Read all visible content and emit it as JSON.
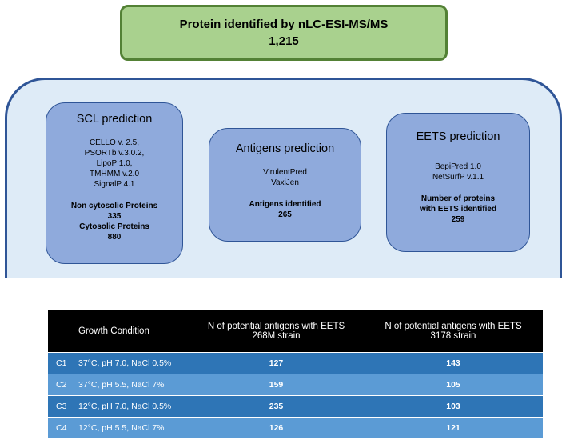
{
  "top": {
    "title": "Protein identified by nLC-ESI-MS/MS",
    "count": "1,215",
    "colors": {
      "fill": "#a9d18e",
      "border": "#538135"
    }
  },
  "panel": {
    "colors": {
      "fill": "#deebf7",
      "border": "#2f5597",
      "card": "#8faadc"
    },
    "scl": {
      "title": "SCL prediction",
      "tools": [
        "CELLO v. 2.5,",
        "PSORTb v.3.0.2,",
        "LipoP 1.0,",
        "TMHMM v.2.0",
        "SignalP 4.1"
      ],
      "non_cyto_label": "Non cytosolic Proteins",
      "non_cyto_value": "335",
      "cyto_label": "Cytosolic Proteins",
      "cyto_value": "880"
    },
    "antigens": {
      "title": "Antigens prediction",
      "tools": [
        "VirulentPred",
        "VaxiJen"
      ],
      "result_label": "Antigens identified",
      "result_value": "265"
    },
    "eets": {
      "title": "EETS prediction",
      "tools": [
        "BepiPred 1.0",
        "NetSurfP v.1.1"
      ],
      "result_label_1": "Number of proteins",
      "result_label_2": "with EETS identified",
      "result_value": "259"
    }
  },
  "table": {
    "headers": {
      "condition": "Growth Condition",
      "col_a_1": "N of potential antigens with EETS",
      "col_a_2": "268M strain",
      "col_b_1": "N of potential antigens with EETS",
      "col_b_2": "3178 strain"
    },
    "row_colors": [
      "#2e75b6",
      "#5b9bd5",
      "#2e75b6",
      "#5b9bd5"
    ],
    "rows": [
      {
        "id": "C1",
        "condition": "37°C, pH 7.0, NaCl 0.5%",
        "a": "127",
        "b": "143"
      },
      {
        "id": "C2",
        "condition": "37°C, pH 5.5, NaCl 7%",
        "a": "159",
        "b": "105"
      },
      {
        "id": "C3",
        "condition": "12°C, pH 7.0, NaCl 0.5%",
        "a": "235",
        "b": "103"
      },
      {
        "id": "C4",
        "condition": "12°C, pH 5.5, NaCl 7%",
        "a": "126",
        "b": "121"
      }
    ]
  }
}
